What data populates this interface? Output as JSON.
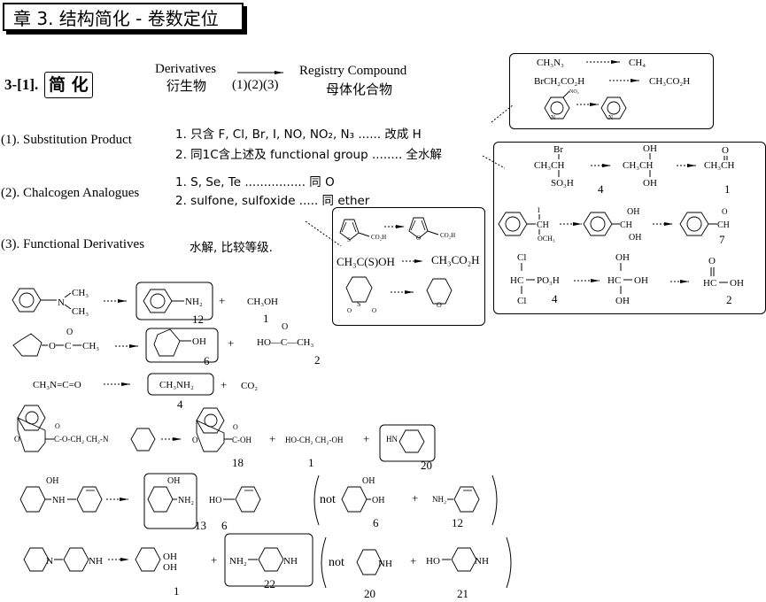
{
  "header": {
    "title": "章 3.  结构简化 - 卷数定位"
  },
  "section": {
    "number": "3-[1].",
    "name": "简 化"
  },
  "scheme": {
    "from_en": "Derivatives",
    "from_zh": "衍生物",
    "via": "(1)(2)(3)",
    "to_en": "Registry Compound",
    "to_zh": "母体化合物"
  },
  "rules": [
    {
      "label": "(1).  Substitution Product",
      "items": [
        "1. 只含 F, Cl, Br, I, NO, NO₂, N₃  ......  改成 H",
        "2. 同1C含上述及 functional group  ........  全水解"
      ]
    },
    {
      "label": "(2). Chalcogen Analogues",
      "items": [
        "1. S, Se, Te  ................  同 O",
        "2. sulfone, sulfoxide  ..... 同 ether"
      ]
    },
    {
      "label": "(3). Functional Derivatives",
      "items": [
        "水解, 比较等级."
      ]
    }
  ],
  "box_substitution": {
    "rows": [
      {
        "from": "CH₃N₃",
        "to": "CH₄"
      },
      {
        "from": "BrCH₂CO₂H",
        "to": "CH₃CO₂H"
      },
      {
        "from": "3-nitropyridine",
        "to": "pyridine",
        "sub_label": "NO₂",
        "ring_atom": "N"
      }
    ]
  },
  "box_hydrolysis": {
    "row1": {
      "sub_top": "Br",
      "center": "CH₃CH",
      "sub_bottom": "SO₃H",
      "count": "4",
      "mid_top": "OH",
      "mid_center": "CH₃CH",
      "mid_bottom": "OH",
      "end_top": "O",
      "end_center": "CH₃CH",
      "end_count": "1"
    },
    "row2": {
      "sub_top": "I",
      "center": "CH",
      "sub_bottom": "OCH₃",
      "mid_top": "OH",
      "mid_center": "CH",
      "mid_bottom": "OH",
      "end_top": "O",
      "end_center": "CH",
      "end_count": "7"
    },
    "row3": {
      "sub_top": "Cl",
      "center": "HC",
      "right": "PO₃H",
      "sub_bottom": "Cl",
      "count": "4",
      "mid_top": "OH",
      "mid_center": "HC",
      "mid_right": "OH",
      "mid_bottom": "OH",
      "end_top": "O",
      "end_center": "HC",
      "end_right": "OH",
      "end_count": "2"
    }
  },
  "box_chalcogen": {
    "row1": {
      "from_sub": "CO₂H",
      "from_atom": "S",
      "to_sub": "CO₂H",
      "to_atom": "O"
    },
    "row2": {
      "from": "CH₃C(S)OH",
      "to": "CH₃CO₂H"
    },
    "row3": {
      "from_atom": "S",
      "from_o1": "O",
      "from_o2": "O",
      "to_atom": "O"
    }
  },
  "examples": [
    {
      "reactant": {
        "atom": "N",
        "sub1": "CH₃",
        "sub2": "CH₃"
      },
      "products": [
        {
          "label": "NH₂",
          "count": "12",
          "boxed": true
        },
        {
          "label": "CH₃OH",
          "count": "1"
        }
      ],
      "plus": "+"
    },
    {
      "reactant": {
        "o": "O",
        "c": "C",
        "co": "O",
        "ch3": "CH₃"
      },
      "products": [
        {
          "label": "OH",
          "count": "6",
          "boxed": true
        },
        {
          "label": "HO—C—CH₃",
          "top": "O",
          "count": "2"
        }
      ],
      "plus": "+"
    },
    {
      "reactant": {
        "label": "CH₃N=C=O"
      },
      "products": [
        {
          "label": "CH₃NH₂",
          "count": "4",
          "boxed": true
        },
        {
          "label": "CO₂"
        }
      ],
      "plus": "+"
    },
    {
      "reactant": {
        "ring_o": "O",
        "chain": "C-O-CH₂ CH₂-N",
        "co": "O"
      },
      "products": [
        {
          "label": "C-OH",
          "ring_o": "O",
          "co": "O",
          "count": "18"
        },
        {
          "label": "HO-CH₂ CH₂-OH",
          "count": "1"
        },
        {
          "label": "HN",
          "count": "20",
          "boxed": true
        }
      ],
      "plus": "+"
    },
    {
      "reactant": {
        "oh": "OH",
        "nh": "NH"
      },
      "products": [
        {
          "oh": "OH",
          "nh2": "NH₂",
          "count": "13",
          "boxed": true
        },
        {
          "ho": "HO",
          "count": "6"
        }
      ],
      "not": {
        "word": "not",
        "a_oh1": "OH",
        "a_oh2": "OH",
        "a_count": "6",
        "plus": "+",
        "b_nh2": "NH₂",
        "b_count": "12"
      }
    },
    {
      "reactant": {
        "n": "N",
        "nh": "NH"
      },
      "products": [
        {
          "oh1": "OH",
          "oh2": "OH",
          "count": "1"
        },
        {
          "nh2": "NH₂",
          "nh": "NH",
          "count": "22",
          "boxed": true
        }
      ],
      "plus": "+",
      "not": {
        "word": "not",
        "a_nh": "NH",
        "a_count": "20",
        "plus": "+",
        "b_ho": "HO",
        "b_nh": "NH",
        "b_count": "21"
      }
    }
  ]
}
